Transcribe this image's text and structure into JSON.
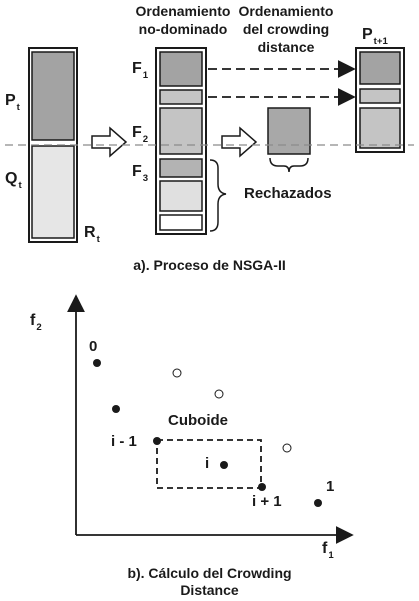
{
  "diagram_a": {
    "header_nondom": [
      "Ordenamiento",
      "no-dominado"
    ],
    "header_crowding": [
      "Ordenamiento",
      "del crowding",
      "distance"
    ],
    "pt": {
      "main": "P",
      "sub": "t"
    },
    "qt": {
      "main": "Q",
      "sub": "t"
    },
    "rt": {
      "main": "R",
      "sub": "t"
    },
    "f1": {
      "main": "F",
      "sub": "1"
    },
    "f2": {
      "main": "F",
      "sub": "2"
    },
    "f3": {
      "main": "F",
      "sub": "3"
    },
    "pt1": {
      "main": "P",
      "sub": "t+1"
    },
    "rejected": "Rechazados",
    "caption": "a). Proceso de NSGA-II"
  },
  "diagram_b": {
    "y_axis": {
      "main": "f",
      "sub": "2"
    },
    "x_axis": {
      "main": "f",
      "sub": "1"
    },
    "label_0": "0",
    "label_1": "1",
    "label_i": "i",
    "label_i_minus_1": "i - 1",
    "label_i_plus_1": "i + 1",
    "cuboid": "Cuboide",
    "caption_lines": [
      "b). Cálculo del Crowding",
      "Distance"
    ]
  },
  "colors": {
    "dark_gray": "#a3a3a3",
    "mid_gray": "#c4c4c4",
    "light_gray": "#e3e3e3",
    "outline": "#1a1a1a",
    "dashed_line": "#8a8a8a"
  }
}
